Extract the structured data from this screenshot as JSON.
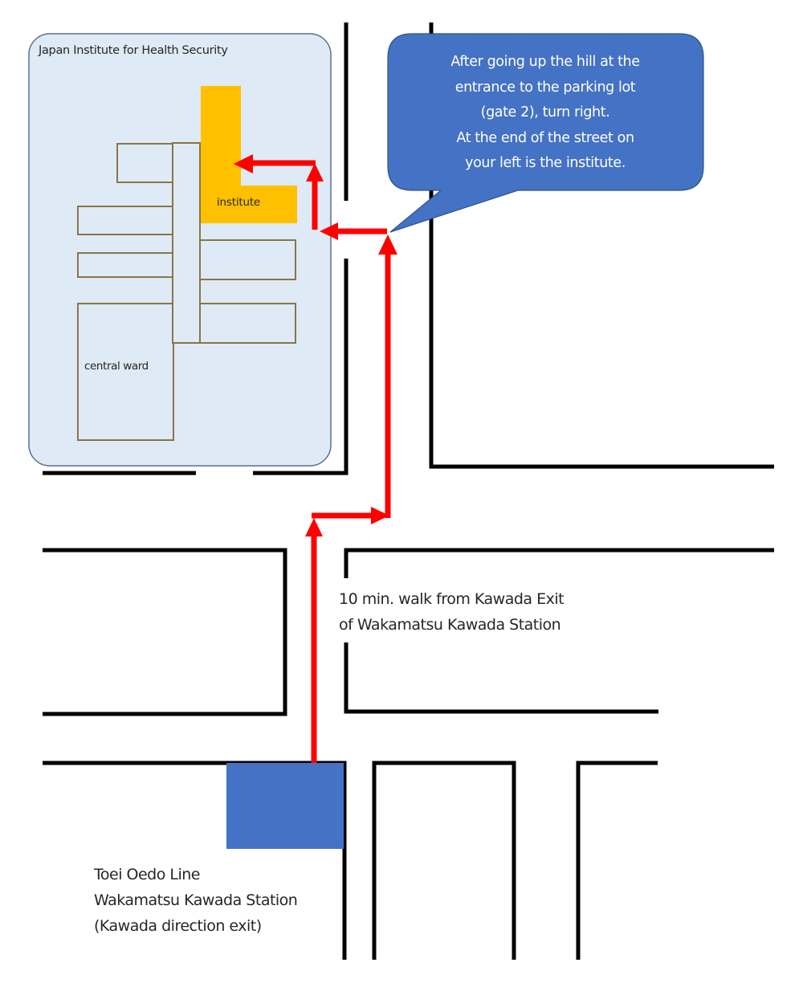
{
  "map": {
    "title": "Access map to Japan Institute for Health Security",
    "colors": {
      "campus_fill": "#deeaf6",
      "campus_border": "#5a7191",
      "building_outline": "#8a7548",
      "institute_fill": "#ffc000",
      "route": "#ff0000",
      "bubble_fill": "#4472c4",
      "station_fill": "#4472c4",
      "road": "#000000",
      "text": "#262626"
    }
  },
  "campus": {
    "name": "Japan Institute for Health Security",
    "buildings": {
      "institute": "institute",
      "central_ward": "central ward"
    }
  },
  "callout": {
    "lines": [
      "After going up the hill at the",
      "entrance to the parking lot",
      "(gate 2), turn right.",
      "At the end of the street on",
      "your left is the institute."
    ]
  },
  "walk_note": {
    "lines": [
      "10 min. walk from Kawada Exit",
      "of Wakamatsu Kawada Station"
    ]
  },
  "station": {
    "lines": [
      "Toei Oedo Line",
      "Wakamatsu Kawada Station",
      "(Kawada direction exit)"
    ]
  },
  "route": {
    "description": "Walking route (red arrows) from station exit north, jog right, up the hill to gate 2, turn right into the campus to the institute",
    "steps": [
      "north",
      "east",
      "north",
      "west (gate 2)",
      "north",
      "west to institute"
    ]
  },
  "icons": {
    "station": "station-marker",
    "route_arrow": "arrow-icon",
    "callout": "speech-bubble"
  }
}
